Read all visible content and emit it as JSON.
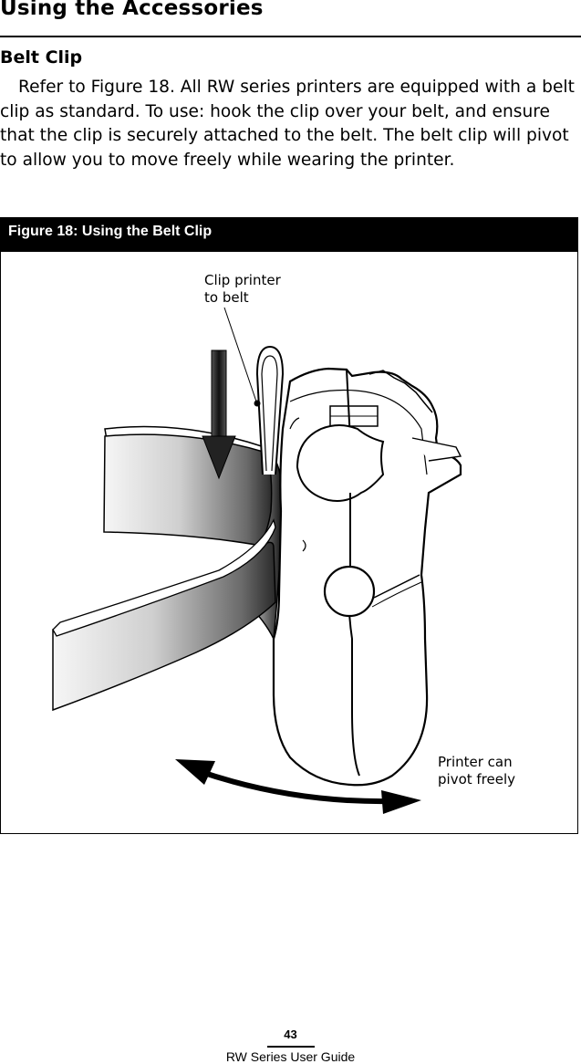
{
  "page": {
    "chapter_title": "Using the Accessories",
    "section_title": "Belt Clip",
    "body": "Refer to Figure 18. All RW series printers are equipped with a belt clip as standard.  To use: hook the clip over your belt, and ensure that the clip is securely attached to the belt.  The belt clip will pivot to allow you to move freely while wearing the printer."
  },
  "figure": {
    "caption": "Figure 18: Using the Belt Clip",
    "callouts": {
      "clip": "Clip printer\nto belt",
      "pivot": "Printer can\npivot freely"
    }
  },
  "footer": {
    "page_number": "43",
    "guide_title": "RW Series User Guide"
  }
}
